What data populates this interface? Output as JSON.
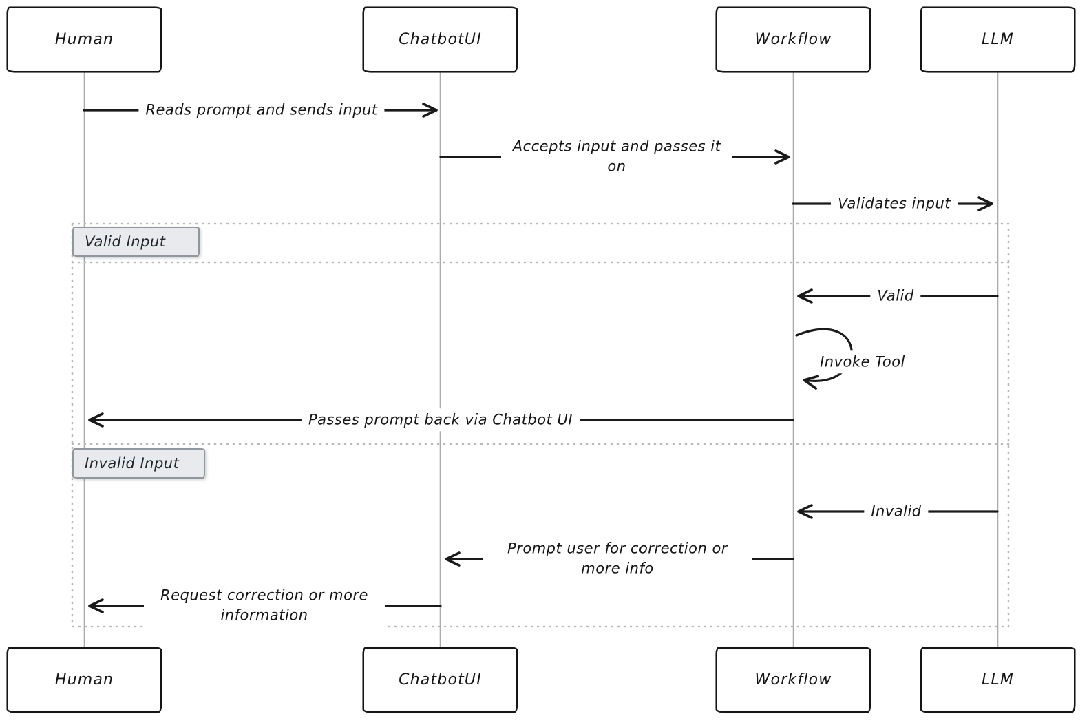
{
  "diagram": {
    "type": "sequence",
    "colors": {
      "message_line": "#1a1a1a",
      "lifeline": "#ababab",
      "fragment_border": "#b9b9b9",
      "fragment_label_bg": "#e8eaed",
      "actor_bg": "#ffffff",
      "text": "#161616"
    },
    "actors": [
      {
        "name": "Human"
      },
      {
        "name": "ChatbotUI"
      },
      {
        "name": "Workflow"
      },
      {
        "name": "LLM"
      }
    ],
    "messages": [
      {
        "from": "Human",
        "to": "ChatbotUI",
        "direction": "right",
        "label": "Reads prompt and sends input"
      },
      {
        "from": "ChatbotUI",
        "to": "Workflow",
        "direction": "right",
        "label": "Accepts input and passes it on"
      },
      {
        "from": "Workflow",
        "to": "LLM",
        "direction": "right",
        "label": "Validates input"
      },
      {
        "from": "LLM",
        "to": "Workflow",
        "direction": "left",
        "label": "Valid"
      },
      {
        "from": "Workflow",
        "to": "Workflow",
        "direction": "self",
        "label": "Invoke Tool"
      },
      {
        "from": "Workflow",
        "to": "Human",
        "direction": "left",
        "label": "Passes prompt back via Chatbot UI"
      },
      {
        "from": "LLM",
        "to": "Workflow",
        "direction": "left",
        "label": "Invalid"
      },
      {
        "from": "Workflow",
        "to": "ChatbotUI",
        "direction": "left",
        "label": "Prompt user for correction or more info"
      },
      {
        "from": "ChatbotUI",
        "to": "Human",
        "direction": "left",
        "label": "Request correction or more information"
      }
    ],
    "fragments": [
      {
        "label": "Valid Input"
      },
      {
        "label": "Invalid Input"
      }
    ]
  }
}
